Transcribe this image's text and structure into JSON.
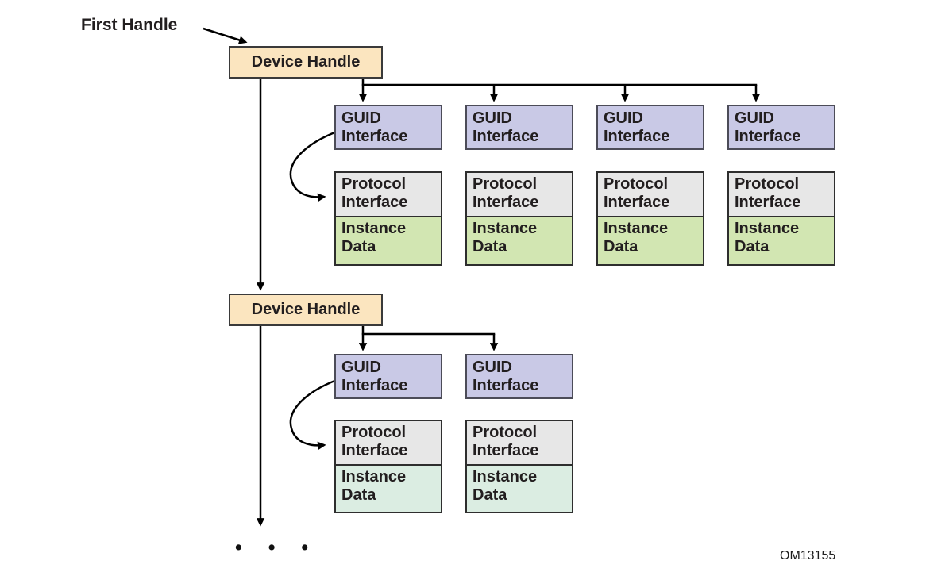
{
  "annotations": {
    "first_handle": "First Handle",
    "figure_code": "OM13155",
    "ellipsis": "• • •"
  },
  "labels": {
    "device_handle": "Device Handle",
    "guid_interface": [
      "GUID",
      "Interface"
    ],
    "protocol_interface": [
      "Protocol",
      "Interface"
    ],
    "instance_data": [
      "Instance",
      "Data"
    ]
  },
  "structure": {
    "rows": [
      {
        "handle_label": "Device Handle",
        "guid_interface_count": 4,
        "protocol_stack_count": 4
      },
      {
        "handle_label": "Device Handle",
        "guid_interface_count": 2,
        "protocol_stack_count": 2
      }
    ]
  },
  "colors": {
    "device_handle_fill": "#FBE5BF",
    "guid_interface_fill": "#C9C9E6",
    "protocol_interface_fill": "#E7E7E7",
    "instance_data_fill_row1": "#D2E6B2",
    "instance_data_fill_row2": "#DBEDE2",
    "box_border": "#3A3A3A",
    "connector_line": "#000000"
  }
}
